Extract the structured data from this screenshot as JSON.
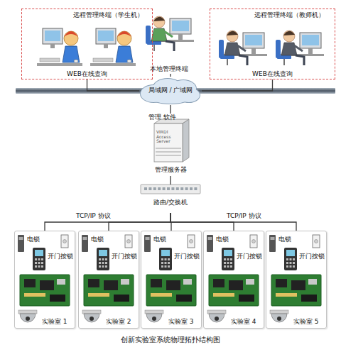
{
  "diagram": {
    "caption": "创新实验室系统物理拓扑结构图",
    "nodes": [
      {
        "text": [
          "远程管理终端（学生机）",
          "WEB在线查询"
        ]
      },
      {
        "text": [
          "本地管理终端"
        ]
      },
      {
        "text": [
          "远程管理终端（教师机）",
          "WEB在线查询"
        ]
      },
      {
        "text": [
          "局域网 / 广域网"
        ]
      },
      {
        "text": [
          "管理 软件",
          "VIRDI Access Server",
          "管理服务器"
        ]
      },
      {
        "text": [
          "路由/交换机"
        ]
      },
      {
        "text": [
          "电锁",
          "开门按锁",
          "实验室 1"
        ]
      },
      {
        "text": [
          "电锁",
          "开门按锁",
          "实验室 2"
        ]
      },
      {
        "text": [
          "电锁",
          "开门按锁",
          "实验室 3"
        ]
      },
      {
        "text": [
          "电锁",
          "开门按锁",
          "实验室 4"
        ]
      },
      {
        "text": [
          "电锁",
          "开门按锁",
          "实验室 5"
        ]
      }
    ],
    "edges": [
      {
        "from": 0,
        "to": 3,
        "arrow": "none"
      },
      {
        "from": 1,
        "to": 3,
        "arrow": "none"
      },
      {
        "from": 2,
        "to": 3,
        "arrow": "none"
      },
      {
        "from": 3,
        "to": 4,
        "arrow": "none"
      },
      {
        "from": 4,
        "to": 5,
        "arrow": "none"
      },
      {
        "from": 5,
        "to": 6,
        "arrow": "none"
      },
      {
        "from": 5,
        "to": 7,
        "arrow": "none"
      },
      {
        "from": 5,
        "to": 8,
        "arrow": "none"
      },
      {
        "from": 5,
        "to": 9,
        "arrow": "none"
      },
      {
        "from": 5,
        "to": 10,
        "arrow": "none"
      }
    ],
    "labels": [
      "TCP/IP 协议",
      "TCP/IP 协议"
    ]
  }
}
